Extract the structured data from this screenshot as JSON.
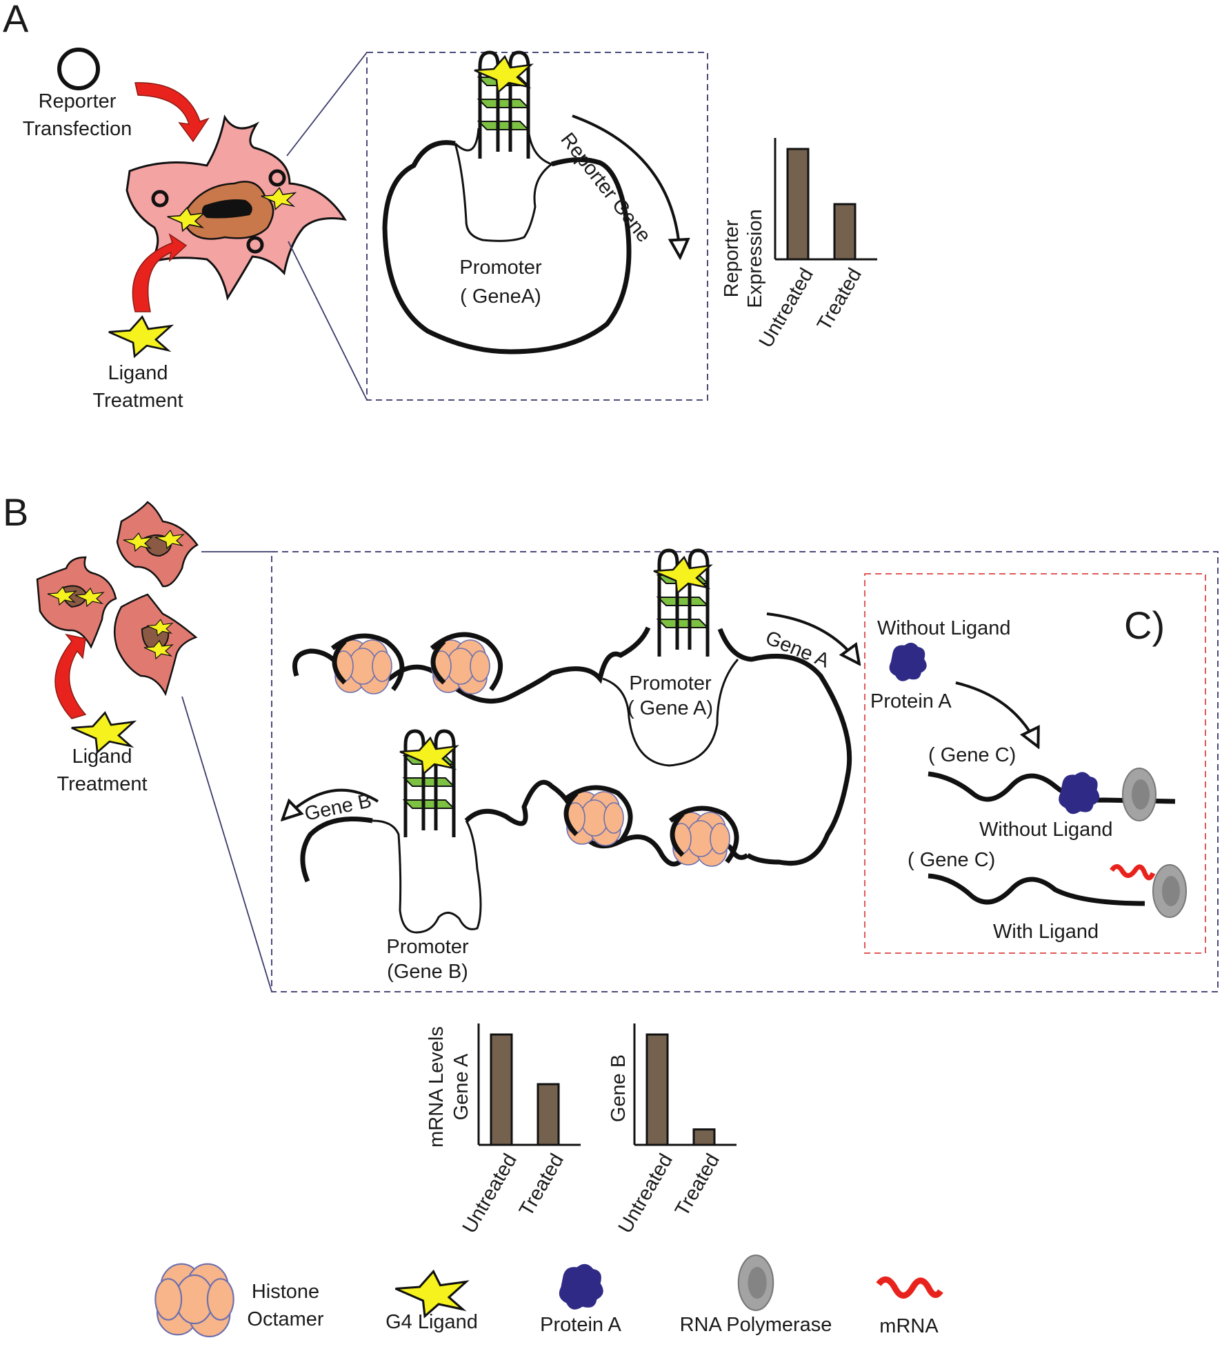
{
  "panel_a": {
    "letter": "A",
    "reporter_label": [
      "Reporter",
      "Transfection"
    ],
    "ligand_label": [
      "Ligand",
      "Treatment"
    ],
    "promoter_label": [
      "Promoter",
      "( GeneA)"
    ],
    "reporter_gene_label": "Reporter Gene"
  },
  "panel_b": {
    "letter": "B",
    "ligand_label": [
      "Ligand",
      "Treatment"
    ],
    "gene_a_label": "Gene A",
    "gene_b_label": "Gene B",
    "promoter_a_label": [
      "Promoter",
      "( Gene A)"
    ],
    "promoter_b_label": [
      "Promoter",
      "(Gene B)"
    ]
  },
  "panel_c": {
    "letter": "C)",
    "without_ligand_top": "Without Ligand",
    "protein_a": "Protein A",
    "gene_c_1": "( Gene C)",
    "without_ligand_bottom": "Without Ligand",
    "gene_c_2": "( Gene C)",
    "with_ligand": "With Ligand"
  },
  "legend": {
    "histone": [
      "Histone",
      "Octamer"
    ],
    "g4_ligand": "G4 Ligand",
    "protein_a": "Protein A",
    "rna_polymerase": "RNA Polymerase",
    "mrna": "mRNA"
  },
  "colors": {
    "cell": "#f4a3a3",
    "nucleus": "#c8784a",
    "histone": "#f7b589",
    "histone_edge": "#6c6fae",
    "ligand_star": "#f6f21e",
    "g4_plane": "#7dc142",
    "protein": "#2e2a86",
    "polymerase": "#9a9a9a",
    "mrna": "#e8231d",
    "bar": "#74624f",
    "box_blue": "#4a4a7a",
    "box_red": "#e05a5a"
  },
  "chart_data": [
    {
      "type": "bar",
      "ylabel": "Reporter Expression",
      "categories": [
        "Untreated",
        "Treated"
      ],
      "values": [
        1.0,
        0.5
      ],
      "ylim": [
        0,
        1.1
      ]
    },
    {
      "type": "bar",
      "ylabel": "mRNA Levels Gene A",
      "categories": [
        "Untreated",
        "Treated"
      ],
      "values": [
        1.0,
        0.55
      ],
      "ylim": [
        0,
        1.1
      ]
    },
    {
      "type": "bar",
      "ylabel": "Gene B",
      "categories": [
        "Untreated",
        "Treated"
      ],
      "values": [
        1.0,
        0.14
      ],
      "ylim": [
        0,
        1.1
      ]
    }
  ]
}
